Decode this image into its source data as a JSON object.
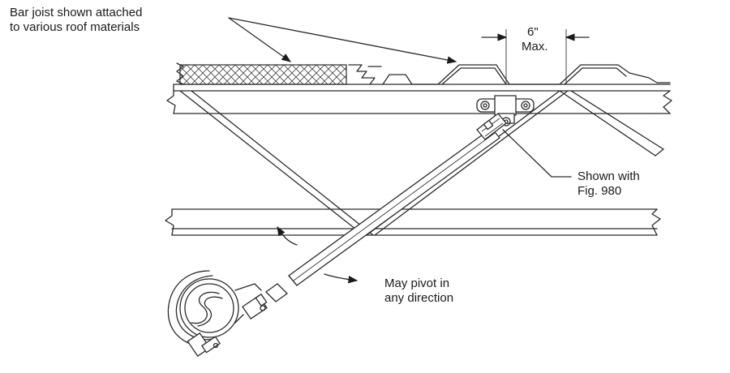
{
  "labels": {
    "callout_line1": "Bar joist shown attached",
    "callout_line2": "to various roof materials",
    "dim_value": "6\"",
    "dim_unit": "Max.",
    "fig_line1": "Shown with",
    "fig_line2": "Fig. 980",
    "pivot_line1": "May pivot in",
    "pivot_line2": "any direction"
  },
  "colors": {
    "line": "#2a2a2a",
    "background": "#ffffff"
  }
}
